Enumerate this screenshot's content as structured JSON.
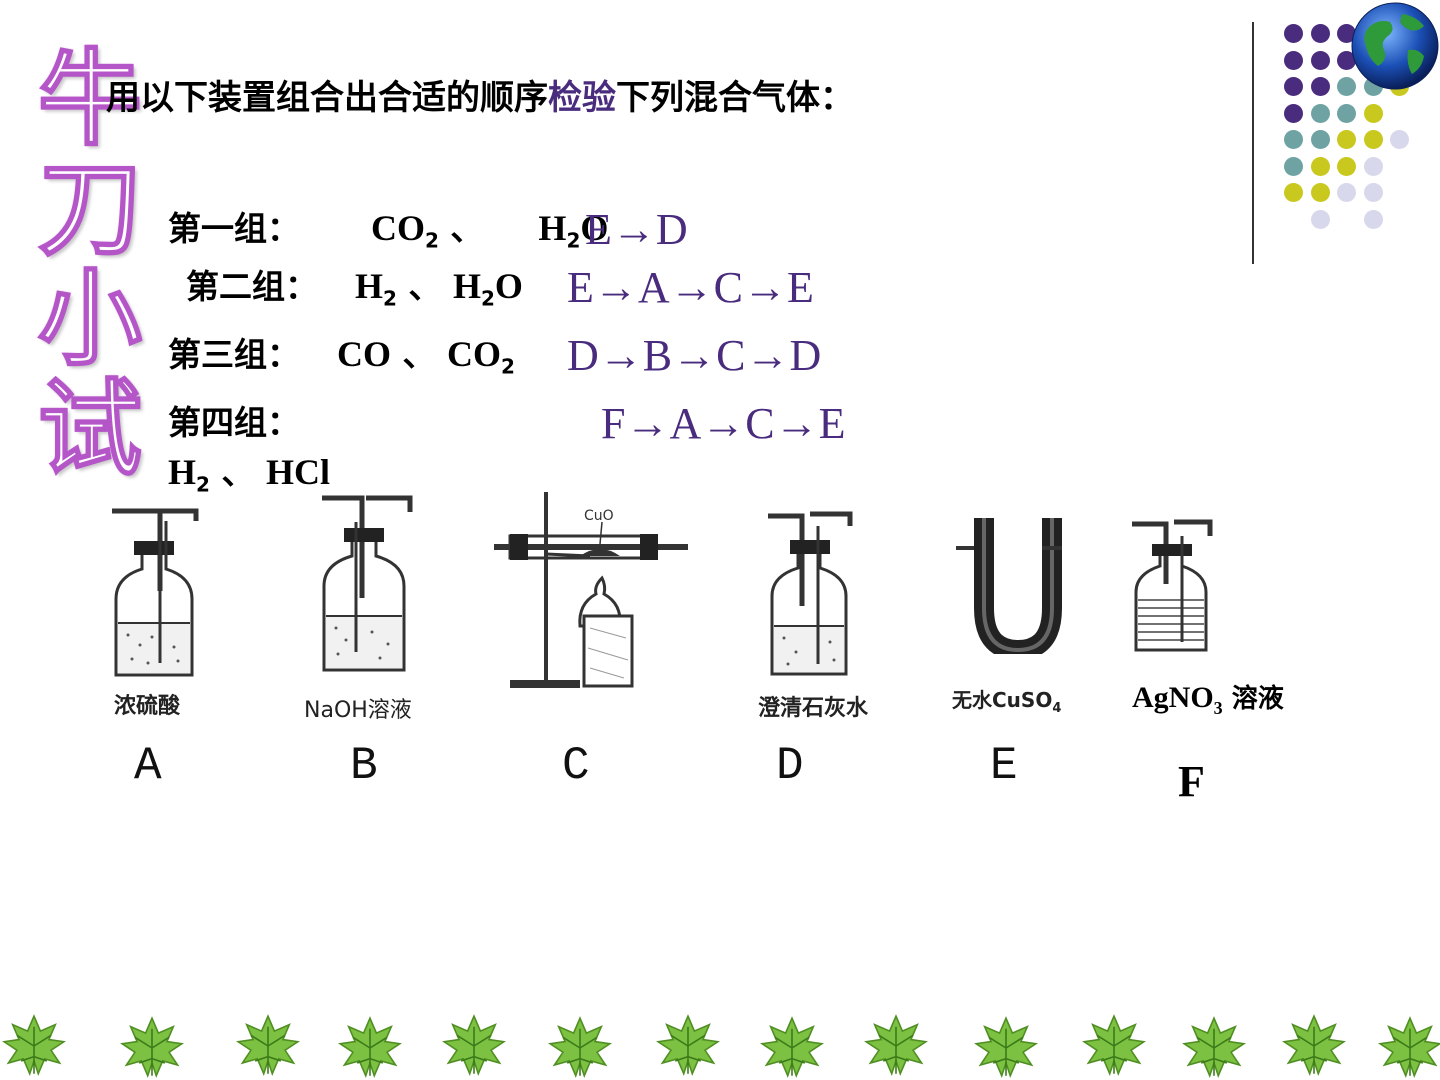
{
  "side_title": [
    "牛",
    "刀",
    "小",
    "试"
  ],
  "intro": {
    "before": "用以下装置组合出合适的顺序",
    "highlight": "检验",
    "after": "下列混合气体："
  },
  "groups": [
    {
      "label": "第一组：",
      "gas1": "CO",
      "gas1_sub": "2",
      "sep": "、",
      "gas2": "H",
      "gas2_sub": "2",
      "gas2_tail": "O",
      "answer": "E→D"
    },
    {
      "label": "第二组：",
      "gas1": "H",
      "gas1_sub": "2",
      "sep": "、",
      "gas2": "H",
      "gas2_sub": "2",
      "gas2_tail": "O",
      "answer": "E→A→C→E"
    },
    {
      "label": "第三组：",
      "gas1": "CO",
      "gas1_sub": "",
      "sep": "、",
      "gas2": "CO",
      "gas2_sub": "2",
      "gas2_tail": "",
      "answer": "D→B→C→D"
    },
    {
      "label": "第四组：",
      "gas1": "H",
      "gas1_sub": "2",
      "sep": "、",
      "gas2": "HCl",
      "gas2_sub": "",
      "gas2_tail": "",
      "answer": "F→A→C→E"
    }
  ],
  "apparatus": [
    {
      "letter": "A",
      "label": "浓硫酸"
    },
    {
      "letter": "B",
      "label": "NaOH溶液"
    },
    {
      "letter": "C",
      "label": "",
      "tube_label": "CuO"
    },
    {
      "letter": "D",
      "label": "澄清石灰水"
    },
    {
      "letter": "E",
      "label": "无水CuSO",
      "label_sub": "4"
    },
    {
      "letter": "F",
      "label": "AgNO",
      "label_sub": "3",
      "label_tail": " 溶液"
    }
  ],
  "colors": {
    "purple": "#4a2c7e",
    "teal": "#6fa3a3",
    "yellow": "#c8c81e",
    "lavender": "#d8d8ec",
    "leaf": "#7dc142"
  },
  "decor": {
    "globe": "globe-icon",
    "leaf": "leaf-icon"
  }
}
